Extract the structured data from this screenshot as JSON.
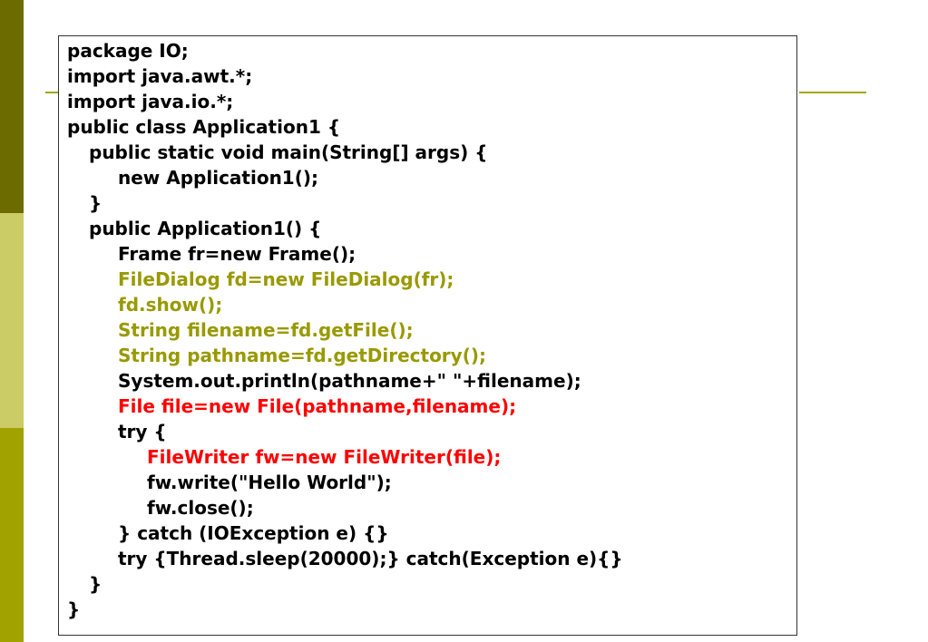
{
  "code": {
    "lines": [
      {
        "text": "package IO;",
        "indent": 0,
        "color": "black"
      },
      {
        "text": "import java.awt.*;",
        "indent": 0,
        "color": "black"
      },
      {
        "text": "import java.io.*;",
        "indent": 0,
        "color": "black"
      },
      {
        "text": "public class Application1 {",
        "indent": 0,
        "color": "black"
      },
      {
        "text": "public static void main(String[] args) {",
        "indent": 1,
        "color": "black"
      },
      {
        "text": "new Application1();",
        "indent": 2,
        "color": "black"
      },
      {
        "text": "}",
        "indent": 1,
        "color": "black"
      },
      {
        "text": "public Application1() {",
        "indent": 1,
        "color": "black"
      },
      {
        "text": "Frame fr=new Frame();",
        "indent": 2,
        "color": "black"
      },
      {
        "text": "FileDialog fd=new FileDialog(fr);",
        "indent": 2,
        "color": "olive"
      },
      {
        "text": "fd.show();",
        "indent": 2,
        "color": "olive"
      },
      {
        "text": "String filename=fd.getFile();",
        "indent": 2,
        "color": "olive"
      },
      {
        "text": "String pathname=fd.getDirectory();",
        "indent": 2,
        "color": "olive"
      },
      {
        "text": "System.out.println(pathname+\" \"+filename);",
        "indent": 2,
        "color": "black"
      },
      {
        "text": "File file=new File(pathname,filename);",
        "indent": 2,
        "color": "red"
      },
      {
        "text": "try {",
        "indent": 2,
        "color": "black"
      },
      {
        "text": "FileWriter fw=new FileWriter(file);",
        "indent": 3,
        "color": "red"
      },
      {
        "text": "fw.write(\"Hello World\");",
        "indent": 3,
        "color": "black"
      },
      {
        "text": "fw.close();",
        "indent": 3,
        "color": "black"
      },
      {
        "text": "} catch (IOException e) {}",
        "indent": 2,
        "color": "black"
      },
      {
        "text": "try {Thread.sleep(20000);} catch(Exception e){}",
        "indent": 2,
        "color": "black"
      },
      {
        "text": "}",
        "indent": 1,
        "color": "black"
      },
      {
        "text": "}",
        "indent": 0,
        "color": "black"
      }
    ]
  },
  "colors": {
    "olive_text": "#999900",
    "red_text": "#ff0000",
    "bar_dark": "#6b6b00",
    "bar_light": "#cccc66",
    "bar_mid": "#a1a100"
  }
}
